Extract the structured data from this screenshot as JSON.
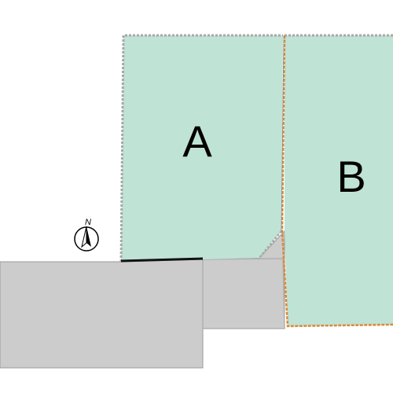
{
  "lots": [
    {
      "id": "A",
      "label": "A"
    },
    {
      "id": "B",
      "label": "B"
    }
  ],
  "north_arrow": {
    "letter": "N",
    "icon": "north-arrow-icon"
  },
  "colors": {
    "lot_fill": "#bfe3d5",
    "road_fill": "#cccccc",
    "road_edge": "#9a9a9a",
    "boundary_dashed": "#a8a8a8",
    "boundary_orange": "#d98a3a",
    "frontage_black": "#111111"
  }
}
